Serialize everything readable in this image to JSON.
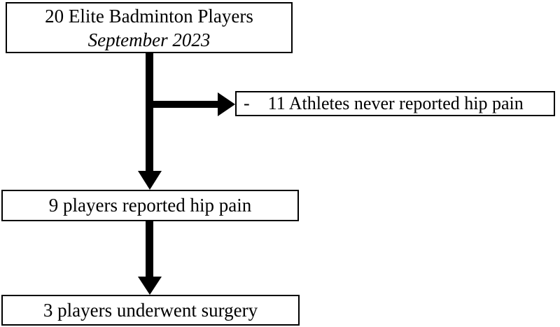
{
  "boxes": {
    "enrollment": {
      "line1": "20 Elite Badminton Players",
      "line2": "September 2023"
    },
    "excluded": {
      "bullet": "-",
      "text": "11 Athletes never reported hip pain"
    },
    "hip_pain": {
      "text": "9 players reported hip pain"
    },
    "surgery": {
      "text": "3 players underwent surgery"
    }
  },
  "colors": {
    "ink": "#000000",
    "background": "#ffffff"
  }
}
